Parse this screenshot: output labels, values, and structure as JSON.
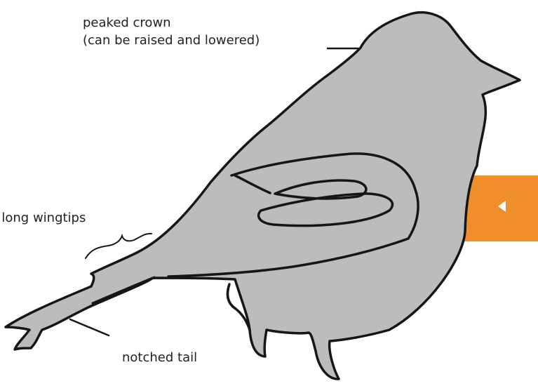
{
  "labels": {
    "crown_line1": "peaked crown",
    "crown_line2": "(can be raised and lowered)",
    "wingtips": "y long wingtips",
    "tail": "notched tail"
  },
  "nav": {
    "icon": "left-arrow-icon"
  },
  "colors": {
    "bird_fill": "#bcbcbc",
    "outline": "#161616",
    "accent": "#ef8e2b"
  }
}
